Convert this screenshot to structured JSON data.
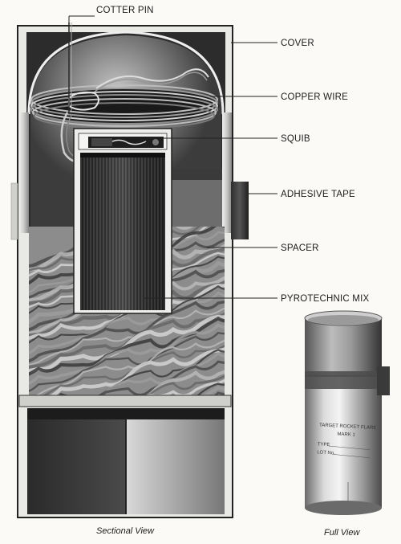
{
  "labels": {
    "cotter_pin": "COTTER PIN",
    "cover": "COVER",
    "copper_wire": "COPPER WIRE",
    "squib": "SQUIB",
    "adhesive_tape": "ADHESIVE TAPE",
    "spacer": "SPACER",
    "pyrotechnic_mix": "PYROTECHNIC MIX"
  },
  "captions": {
    "sectional": "Sectional View",
    "full": "Full View"
  },
  "full_view_text": {
    "line1": "TARGET ROCKET FLARE",
    "line2": "MARK 1",
    "line3": "TYPE",
    "line4": "LOT No."
  }
}
